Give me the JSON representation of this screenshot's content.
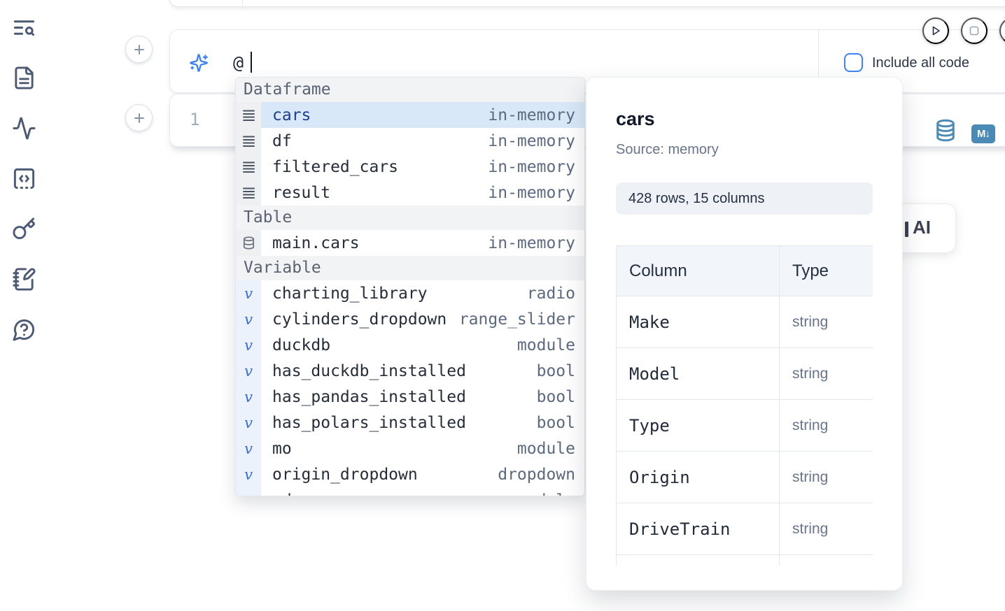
{
  "icon_glyphs": {
    "variable": "v",
    "markdown": "M↓",
    "plus": "+"
  },
  "colors": {
    "accent_blue": "#3f83f8",
    "steel_blue": "#4a8ab5",
    "selected_row_bg": "#d9e8f9",
    "sidebar_icon": "#4d5a75"
  },
  "sidebar": {
    "items": [
      {
        "icon": "text-search-icon"
      },
      {
        "icon": "file-text-icon"
      },
      {
        "icon": "activity-icon"
      },
      {
        "icon": "code-snippet-icon"
      },
      {
        "icon": "key-icon"
      },
      {
        "icon": "notebook-pen-icon"
      },
      {
        "icon": "help-chat-icon"
      }
    ]
  },
  "run_controls": {
    "play": "run",
    "stop": "stop"
  },
  "prompt": {
    "input_text": "@",
    "include_all_code": "Include all code",
    "checkbox_checked": false
  },
  "code_cell": {
    "line_number": "1"
  },
  "autocomplete": {
    "sections": [
      {
        "label": "Dataframe",
        "items": [
          {
            "name": "cars",
            "type": "in-memory",
            "kind": "df",
            "selected": true
          },
          {
            "name": "df",
            "type": "in-memory",
            "kind": "df"
          },
          {
            "name": "filtered_cars",
            "type": "in-memory",
            "kind": "df"
          },
          {
            "name": "result",
            "type": "in-memory",
            "kind": "df"
          }
        ]
      },
      {
        "label": "Table",
        "items": [
          {
            "name": "main.cars",
            "type": "in-memory",
            "kind": "table"
          }
        ]
      },
      {
        "label": "Variable",
        "items": [
          {
            "name": "charting_library",
            "type": "radio",
            "kind": "var"
          },
          {
            "name": "cylinders_dropdown",
            "type": "range_slider",
            "kind": "var"
          },
          {
            "name": "duckdb",
            "type": "module",
            "kind": "var"
          },
          {
            "name": "has_duckdb_installed",
            "type": "bool",
            "kind": "var"
          },
          {
            "name": "has_pandas_installed",
            "type": "bool",
            "kind": "var"
          },
          {
            "name": "has_polars_installed",
            "type": "bool",
            "kind": "var"
          },
          {
            "name": "mo",
            "type": "module",
            "kind": "var"
          },
          {
            "name": "origin_dropdown",
            "type": "dropdown",
            "kind": "var"
          },
          {
            "name": "pd",
            "type": "module",
            "kind": "var",
            "clipped": true
          }
        ]
      }
    ]
  },
  "preview": {
    "title": "cars",
    "source": "Source: memory",
    "shape": "428 rows, 15 columns",
    "table": {
      "headers": [
        "Column",
        "Type"
      ],
      "rows": [
        [
          "Make",
          "string"
        ],
        [
          "Model",
          "string"
        ],
        [
          "Type",
          "string"
        ],
        [
          "Origin",
          "string"
        ],
        [
          "DriveTrain",
          "string"
        ]
      ],
      "clipped_extra_row": true
    }
  },
  "ai_button": {
    "label": "AI"
  }
}
